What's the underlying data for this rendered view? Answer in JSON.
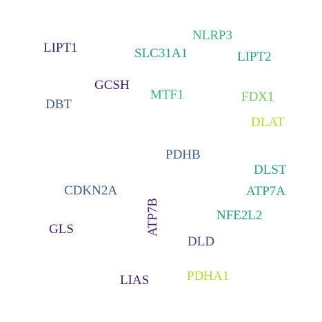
{
  "colors": {
    "background": "#ffffff",
    "dark_purple": "#3d1a6e",
    "blue_purple": "#3f4a8a",
    "slate_blue": "#3b5f8a",
    "teal": "#1f9e89",
    "green": "#35b779",
    "light_green": "#6ece58",
    "yellow_green": "#b5de2b"
  },
  "words": [
    {
      "text": "NLRP3"
    },
    {
      "text": "LIPT1"
    },
    {
      "text": "SLC31A1"
    },
    {
      "text": "LIPT2"
    },
    {
      "text": "GCSH"
    },
    {
      "text": "MTF1"
    },
    {
      "text": "FDX1"
    },
    {
      "text": "DBT"
    },
    {
      "text": "DLAT"
    },
    {
      "text": "PDHB"
    },
    {
      "text": "DLST"
    },
    {
      "text": "CDKN2A"
    },
    {
      "text": "ATP7A"
    },
    {
      "text": "ATP7B"
    },
    {
      "text": "NFE2L2"
    },
    {
      "text": "GLS"
    },
    {
      "text": "DLD"
    },
    {
      "text": "PDHA1"
    },
    {
      "text": "LIAS"
    }
  ]
}
